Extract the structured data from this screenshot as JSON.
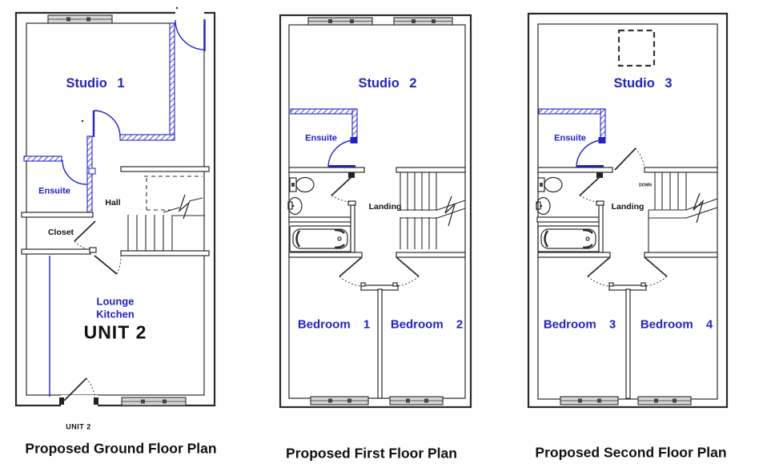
{
  "document": {
    "kind": "architectural floor plan drawing",
    "background": "#ffffff"
  },
  "colors": {
    "new_work_blue": "#2222cc",
    "linework": "#2a2a2a",
    "glazing_gray": "#d6d6d6"
  },
  "plans": {
    "ground": {
      "title": "Proposed Ground Floor Plan",
      "labels": {
        "studio": "Studio 1",
        "ensuite": "Ensuite",
        "hall": "Hall",
        "closet": "Closet",
        "lounge": "Lounge",
        "kitchen": "Kitchen",
        "unit": "UNIT 2",
        "unit_caption": "UNIT 2"
      }
    },
    "first": {
      "title": "Proposed First Floor Plan",
      "labels": {
        "studio": "Studio 2",
        "ensuite": "Ensuite",
        "landing": "Landing",
        "bedroom_left": "Bedroom 1",
        "bedroom_right": "Bedroom 2"
      }
    },
    "second": {
      "title": "Proposed Second Floor Plan",
      "labels": {
        "studio": "Studio 3",
        "ensuite": "Ensuite",
        "landing": "Landing",
        "down": "DOWN",
        "bedroom_left": "Bedroom 3",
        "bedroom_right": "Bedroom 4"
      }
    }
  }
}
